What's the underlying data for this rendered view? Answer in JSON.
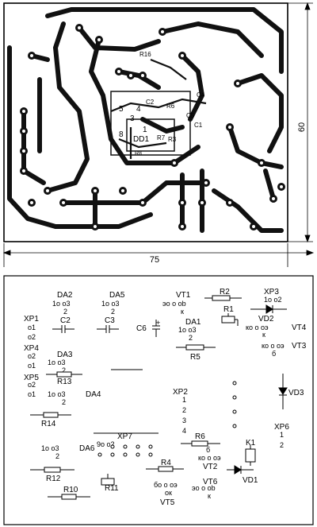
{
  "top_view": {
    "dimension_width": "75",
    "dimension_height": "60",
    "labels": {
      "r16": "R16",
      "c4": "C4",
      "c2": "C2",
      "r6": "R6",
      "c5": "C5",
      "c1": "C1",
      "dd1": "DD1",
      "r7": "R7",
      "r3": "R3",
      "r8": "R8",
      "pin5": "5",
      "pin4": "4",
      "pin3": "3",
      "pin8": "8",
      "pin1": "1"
    }
  },
  "bottom_view": {
    "labels": {
      "da2": "DA2",
      "da5": "DA5",
      "vt1": "VT1",
      "r2": "R2",
      "xp3": "XP3",
      "xp1": "XP1",
      "c2": "C2",
      "c3": "C3",
      "c6": "C6",
      "da1": "DA1",
      "r1": "R1",
      "vd2": "VD2",
      "vt4": "VT4",
      "vt3": "VT3",
      "xp4": "XP4",
      "da3": "DA3",
      "r5": "R5",
      "r13": "R13",
      "xp5": "XP5",
      "da4": "DA4",
      "vd3": "VD3",
      "xp2": "XP2",
      "r14": "R14",
      "xp7": "XP7",
      "r6": "R6",
      "k1": "K1",
      "xp6": "XP6",
      "da6": "DA6",
      "vt2": "VT2",
      "r4": "R4",
      "r12": "R12",
      "r11": "R11",
      "vt6": "VT6",
      "vd1": "VD1",
      "r10": "R10",
      "vt5": "VT5"
    },
    "pin_texts": {
      "da2_pins": "1o  o3",
      "da5_pins": "1o  o3",
      "vt1_pins": "эo  o  ob",
      "xp3_pins": "1o  o2",
      "da1_pins": "1o  o3",
      "da3_pins": "1o  o3",
      "da4_pins": "1o  o3",
      "da6_pins": "1o  o3",
      "xp7_pins": "9o  o2",
      "vt4_pins": "кo  o  oэ",
      "vt3_pins": "кo  o  oэ",
      "vt2_pins": "кo  o  oэ",
      "vt6_pins": "эo  o  ob",
      "vt5_pins": "бo  o  oэ",
      "vt1_base": "к",
      "vt4_base": "к",
      "vt3_base": "б",
      "vt2_base": "б",
      "vt6_base": "к",
      "vt5_base": "ок",
      "pin_1": "1",
      "pin_2": "2",
      "pin_3": "3",
      "pin_4": "4",
      "pin_o1": "o1",
      "pin_o2": "o2",
      "plus": "+"
    }
  }
}
